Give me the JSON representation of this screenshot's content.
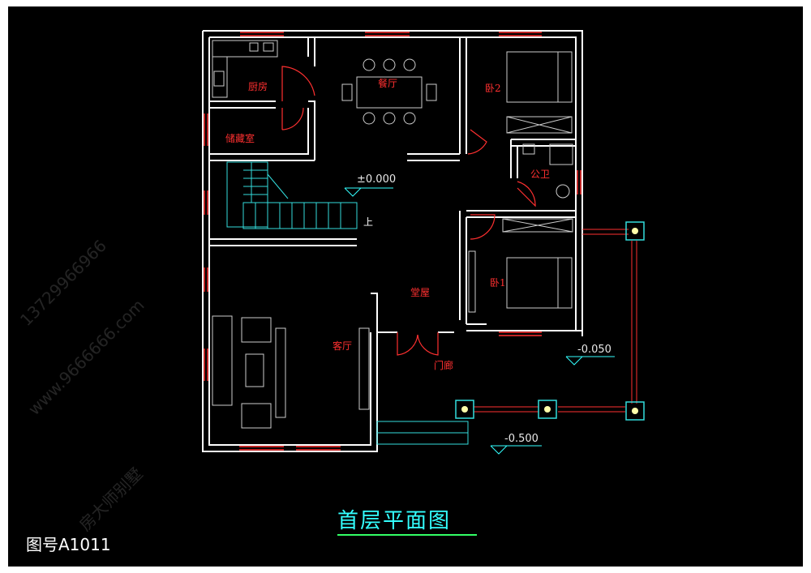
{
  "title": "首层平面图",
  "drawing_no": "图号A1011",
  "rooms": {
    "kitchen": "厨房",
    "dining": "餐厅",
    "bedroom2": "卧2",
    "storage": "储藏室",
    "bath": "公卫",
    "hall": "堂屋",
    "bedroom1": "卧1",
    "living": "客厅",
    "porch": "门廊"
  },
  "stair_label": "上",
  "elevations": {
    "ground": "±0.000",
    "porch": "-0.050",
    "outdoor": "-0.500"
  },
  "watermark": {
    "phone": "13729966966",
    "brand": "房大师别墅",
    "site": "www.9666666.com"
  },
  "colors": {
    "wall": "#ffffff",
    "window": "#ff3030",
    "door": "#ff3030",
    "stair": "#33dddd",
    "furniture": "#cccccc",
    "title": "#33ffff",
    "elev_marker": "#33ffff"
  }
}
